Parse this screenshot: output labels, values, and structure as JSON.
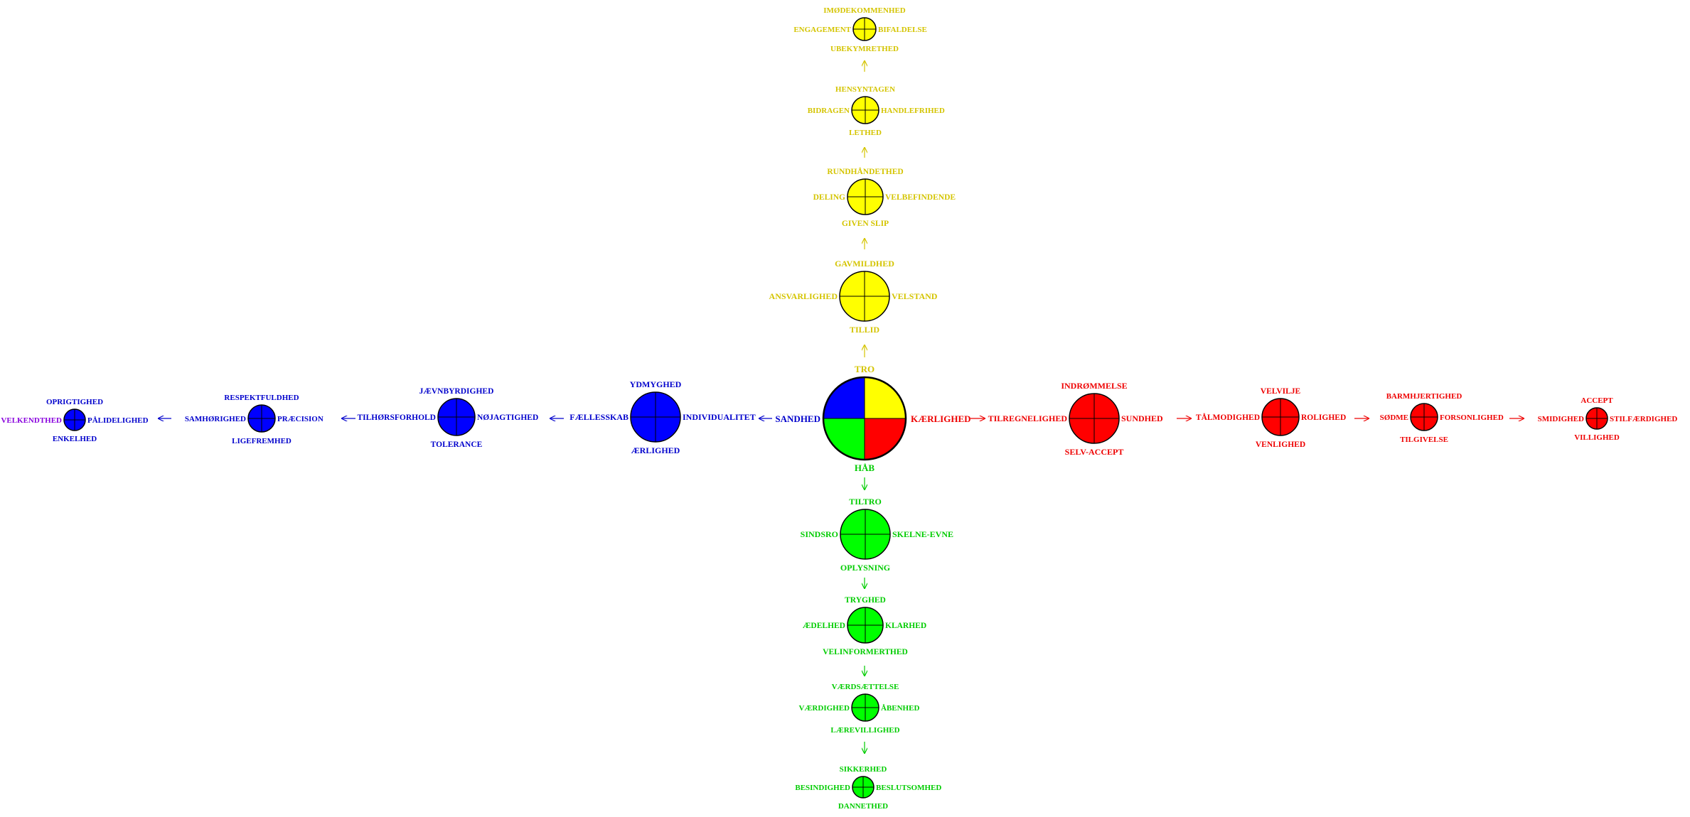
{
  "colors": {
    "yellow": "#ffff00",
    "yellow_text": "#d4c400",
    "blue": "#0000ff",
    "blue_text": "#0000cc",
    "red": "#ff0000",
    "red_text": "#ee0000",
    "green": "#00ff00",
    "green_text": "#00cc00",
    "purple_text": "#8800dd",
    "stroke": "#000000"
  },
  "center": {
    "top": "TRO",
    "bottom": "HÅB",
    "left": "SANDHED",
    "right": "KÆRLIGHED"
  },
  "up_branch": [
    {
      "top": "GAVMILDHED",
      "bottom": "TILLID",
      "left": "ANSVARLIGHED",
      "right": "VELSTAND"
    },
    {
      "top": "RUNDHÅNDETHED",
      "bottom": "GIVEN SLIP",
      "left": "DELING",
      "right": "VELBEFINDENDE"
    },
    {
      "top": "HENSYNTAGEN",
      "bottom": "LETHED",
      "left": "BIDRAGEN",
      "right": "HANDLEFRIHED"
    },
    {
      "top": "IMØDEKOMMENHED",
      "bottom": "UBEKYMRETHED",
      "left": "ENGAGEMENT",
      "right": "BIFALDELSE"
    }
  ],
  "down_branch": [
    {
      "top": "TILTRO",
      "bottom": "OPLYSNING",
      "left": "SINDSRO",
      "right": "SKELNE-EVNE"
    },
    {
      "top": "TRYGHED",
      "bottom": "VELINFORMERTHED",
      "left": "ÆDELHED",
      "right": "KLARHED"
    },
    {
      "top": "VÆRDSÆTTELSE",
      "bottom": "LÆREVILLIGHED",
      "left": "VÆRDIGHED",
      "right": "ÅBENHED"
    },
    {
      "top": "SIKKERHED",
      "bottom": "DANNETHED",
      "left": "BESINDIGHED",
      "right": "BESLUTSOMHED"
    }
  ],
  "left_branch": [
    {
      "top": "YDMYGHED",
      "bottom": "ÆRLIGHED",
      "left": "FÆLLESSKAB",
      "right": "INDIVIDUALITET"
    },
    {
      "top": "JÆVNBYRDIGHED",
      "bottom": "TOLERANCE",
      "left": "TILHØRSFORHOLD",
      "right": "NØJAGTIGHED"
    },
    {
      "top": "RESPEKTFULDHED",
      "bottom": "LIGEFREMHED",
      "left": "SAMHØRIGHED",
      "right": "PRÆCISION"
    },
    {
      "top": "OPRIGTIGHED",
      "bottom": "ENKELHED",
      "left": "VELKENDTHED",
      "right": "PÅLIDELIGHED"
    }
  ],
  "right_branch": [
    {
      "top": "INDRØMMELSE",
      "bottom": "SELV-ACCEPT",
      "left": "TILREGNELIGHED",
      "right": "SUNDHED"
    },
    {
      "top": "VELVILJE",
      "bottom": "VENLIGHED",
      "left": "TÅLMODIGHED",
      "right": "ROLIGHED"
    },
    {
      "top": "BARMHJERTIGHED",
      "bottom": "TILGIVELSE",
      "left": "SØDME",
      "right": "FORSONLIGHED"
    },
    {
      "top": "ACCEPT",
      "bottom": "VILLIGHED",
      "left": "SMIDIGHED",
      "right": "STILFÆRDIGHED"
    }
  ]
}
